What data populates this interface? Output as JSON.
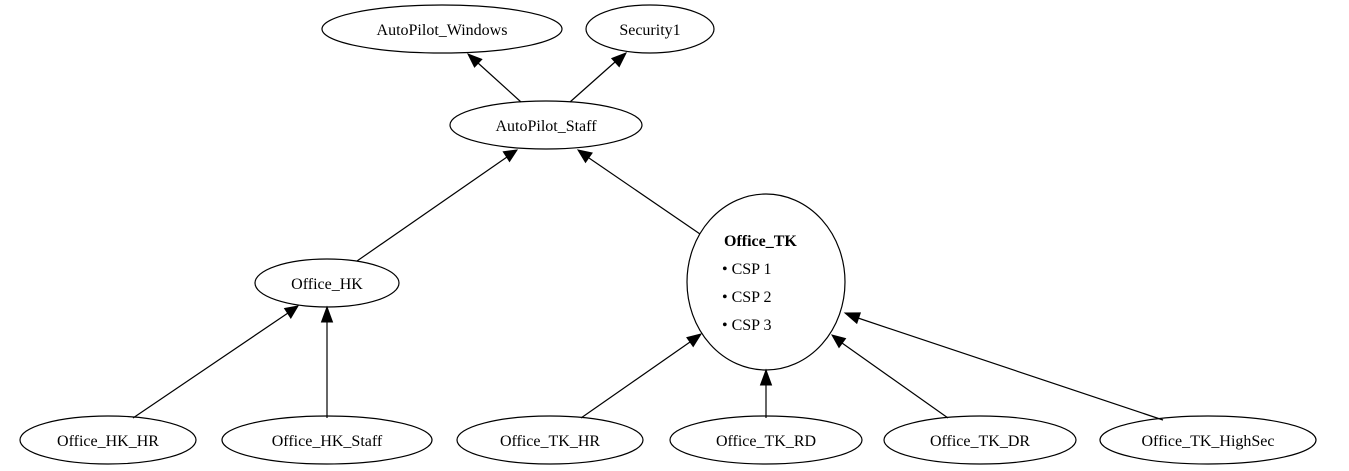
{
  "nodes": {
    "autopilot_windows": {
      "label": "AutoPilot_Windows"
    },
    "security1": {
      "label": "Security1"
    },
    "autopilot_staff": {
      "label": "AutoPilot_Staff"
    },
    "office_hk": {
      "label": "Office_HK"
    },
    "office_tk": {
      "title": "Office_TK",
      "items": [
        "• CSP 1",
        "• CSP 2",
        "• CSP 3"
      ]
    },
    "office_hk_hr": {
      "label": "Office_HK_HR"
    },
    "office_hk_staff": {
      "label": "Office_HK_Staff"
    },
    "office_tk_hr": {
      "label": "Office_TK_HR"
    },
    "office_tk_rd": {
      "label": "Office_TK_RD"
    },
    "office_tk_dr": {
      "label": "Office_TK_DR"
    },
    "office_tk_highsec": {
      "label": "Office_TK_HighSec"
    }
  },
  "edges": [
    {
      "from": "AutoPilot_Staff",
      "to": "AutoPilot_Windows"
    },
    {
      "from": "AutoPilot_Staff",
      "to": "Security1"
    },
    {
      "from": "Office_HK",
      "to": "AutoPilot_Staff"
    },
    {
      "from": "Office_TK",
      "to": "AutoPilot_Staff"
    },
    {
      "from": "Office_HK_HR",
      "to": "Office_HK"
    },
    {
      "from": "Office_HK_Staff",
      "to": "Office_HK"
    },
    {
      "from": "Office_TK_HR",
      "to": "Office_TK"
    },
    {
      "from": "Office_TK_RD",
      "to": "Office_TK"
    },
    {
      "from": "Office_TK_DR",
      "to": "Office_TK"
    },
    {
      "from": "Office_TK_HighSec",
      "to": "Office_TK"
    }
  ]
}
